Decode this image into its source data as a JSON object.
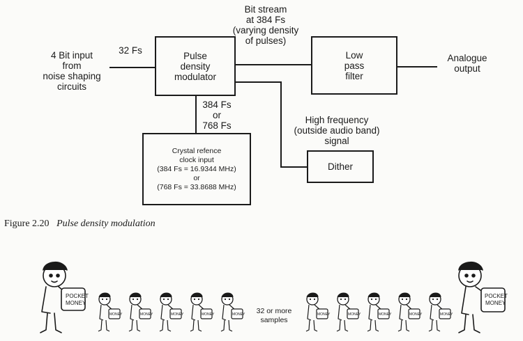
{
  "diagram": {
    "input_label_lines": [
      "4 Bit input",
      "from",
      "noise shaping",
      "circuits"
    ],
    "input_rate": "32 Fs",
    "modulator_lines": [
      "Pulse",
      "density",
      "modulator"
    ],
    "bitstream_lines": [
      "Bit stream",
      "at 384 Fs",
      "(varying density",
      "of pulses)"
    ],
    "filter_lines": [
      "Low",
      "pass",
      "filter"
    ],
    "output_lines": [
      "Analogue",
      "output"
    ],
    "clock_rate_lines": [
      "384 Fs",
      "or",
      "768 Fs"
    ],
    "crystal_lines": [
      "Crystal refence",
      "clock input",
      "(384 Fs = 16.9344 MHz)",
      "or",
      "(768 Fs = 33.8688 MHz)"
    ],
    "dither_note_lines": [
      "High frequency",
      "(outside audio band)",
      "signal"
    ],
    "dither_label": "Dither"
  },
  "caption": {
    "number": "Figure 2.20",
    "title": "Pulse density modulation"
  },
  "illustration": {
    "samples_lines": [
      "32 or more",
      "samples"
    ],
    "figure_count_left": 5,
    "figure_count_right": 5
  }
}
